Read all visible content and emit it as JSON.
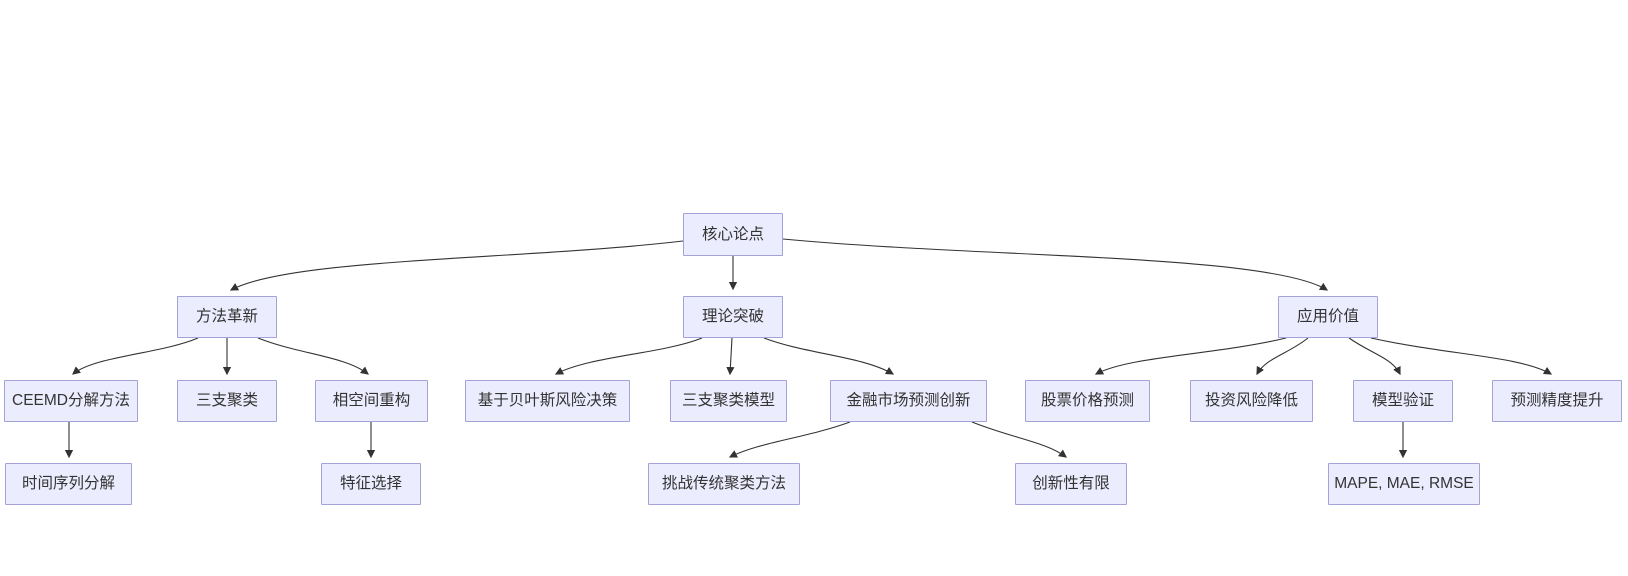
{
  "diagram": {
    "type": "flowchart",
    "direction": "top-down",
    "background": "#FFFFFF",
    "colors": {
      "node_fill": "#ECECFF",
      "node_border": "#A3A3D9",
      "node_text": "#333333",
      "edge": "#333333"
    },
    "nodes": [
      {
        "id": "core-thesis",
        "label": "核心论点"
      },
      {
        "id": "method-innovation",
        "label": "方法革新"
      },
      {
        "id": "theory-breakthrough",
        "label": "理论突破"
      },
      {
        "id": "application-value",
        "label": "应用价值"
      },
      {
        "id": "ceemd-decomposition",
        "label": "CEEMD分解方法"
      },
      {
        "id": "three-way-clustering",
        "label": "三支聚类"
      },
      {
        "id": "phase-space-reconstruction",
        "label": "相空间重构"
      },
      {
        "id": "bayesian-risk-decision",
        "label": "基于贝叶斯风险决策"
      },
      {
        "id": "three-way-clustering-model",
        "label": "三支聚类模型"
      },
      {
        "id": "financial-market-prediction",
        "label": "金融市场预测创新"
      },
      {
        "id": "stock-price-prediction",
        "label": "股票价格预测"
      },
      {
        "id": "investment-risk-reduction",
        "label": "投资风险降低"
      },
      {
        "id": "model-validation",
        "label": "模型验证"
      },
      {
        "id": "prediction-accuracy",
        "label": "预测精度提升"
      },
      {
        "id": "time-series-decomposition",
        "label": "时间序列分解"
      },
      {
        "id": "feature-selection",
        "label": "特征选择"
      },
      {
        "id": "challenge-traditional-clustering",
        "label": "挑战传统聚类方法"
      },
      {
        "id": "limited-innovation",
        "label": "创新性有限"
      },
      {
        "id": "mape-mae-rmse",
        "label": "MAPE, MAE, RMSE"
      }
    ],
    "edges": [
      {
        "from": "核心论点",
        "to": "方法革新"
      },
      {
        "from": "核心论点",
        "to": "理论突破"
      },
      {
        "from": "核心论点",
        "to": "应用价值"
      },
      {
        "from": "方法革新",
        "to": "CEEMD分解方法"
      },
      {
        "from": "方法革新",
        "to": "三支聚类"
      },
      {
        "from": "方法革新",
        "to": "相空间重构"
      },
      {
        "from": "CEEMD分解方法",
        "to": "时间序列分解"
      },
      {
        "from": "相空间重构",
        "to": "特征选择"
      },
      {
        "from": "理论突破",
        "to": "基于贝叶斯风险决策"
      },
      {
        "from": "理论突破",
        "to": "三支聚类模型"
      },
      {
        "from": "理论突破",
        "to": "金融市场预测创新"
      },
      {
        "from": "金融市场预测创新",
        "to": "挑战传统聚类方法"
      },
      {
        "from": "金融市场预测创新",
        "to": "创新性有限"
      },
      {
        "from": "应用价值",
        "to": "股票价格预测"
      },
      {
        "from": "应用价值",
        "to": "投资风险降低"
      },
      {
        "from": "应用价值",
        "to": "模型验证"
      },
      {
        "from": "应用价值",
        "to": "预测精度提升"
      },
      {
        "from": "模型验证",
        "to": "MAPE, MAE, RMSE"
      }
    ]
  }
}
